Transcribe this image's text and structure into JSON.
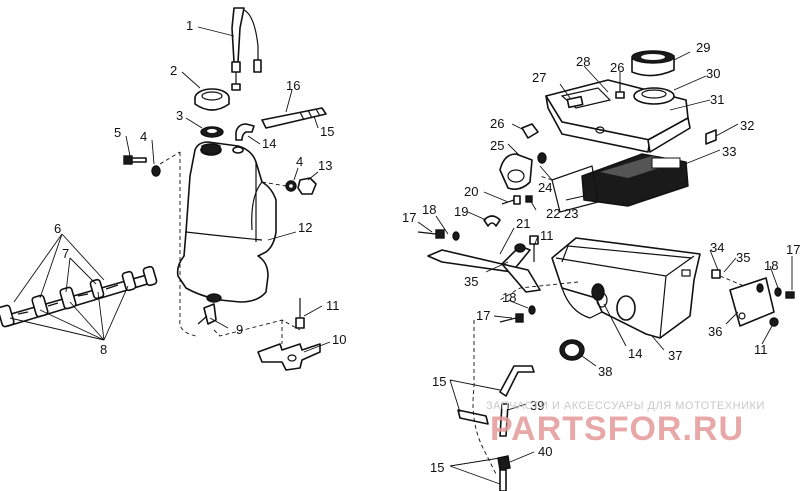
{
  "callouts": [
    {
      "id": "c1",
      "label": "1"
    },
    {
      "id": "c2",
      "label": "2"
    },
    {
      "id": "c3",
      "label": "3"
    },
    {
      "id": "c4a",
      "label": "4"
    },
    {
      "id": "c4b",
      "label": "4"
    },
    {
      "id": "c5",
      "label": "5"
    },
    {
      "id": "c6",
      "label": "6"
    },
    {
      "id": "c7",
      "label": "7"
    },
    {
      "id": "c8",
      "label": "8"
    },
    {
      "id": "c9",
      "label": "9"
    },
    {
      "id": "c10",
      "label": "10"
    },
    {
      "id": "c11a",
      "label": "11"
    },
    {
      "id": "c11b",
      "label": "11"
    },
    {
      "id": "c11c",
      "label": "11"
    },
    {
      "id": "c12",
      "label": "12"
    },
    {
      "id": "c13",
      "label": "13"
    },
    {
      "id": "c14a",
      "label": "14"
    },
    {
      "id": "c14b",
      "label": "14"
    },
    {
      "id": "c15a",
      "label": "15"
    },
    {
      "id": "c15b",
      "label": "15"
    },
    {
      "id": "c15c",
      "label": "15"
    },
    {
      "id": "c16",
      "label": "16"
    },
    {
      "id": "c17a",
      "label": "17"
    },
    {
      "id": "c17b",
      "label": "17"
    },
    {
      "id": "c17c",
      "label": "17"
    },
    {
      "id": "c18a",
      "label": "18"
    },
    {
      "id": "c18b",
      "label": "18"
    },
    {
      "id": "c18c",
      "label": "18"
    },
    {
      "id": "c19",
      "label": "19"
    },
    {
      "id": "c20",
      "label": "20"
    },
    {
      "id": "c21",
      "label": "21"
    },
    {
      "id": "c22",
      "label": "22"
    },
    {
      "id": "c23",
      "label": "23"
    },
    {
      "id": "c24",
      "label": "24"
    },
    {
      "id": "c25",
      "label": "25"
    },
    {
      "id": "c26a",
      "label": "26"
    },
    {
      "id": "c26b",
      "label": "26"
    },
    {
      "id": "c27",
      "label": "27"
    },
    {
      "id": "c28",
      "label": "28"
    },
    {
      "id": "c29",
      "label": "29"
    },
    {
      "id": "c30",
      "label": "30"
    },
    {
      "id": "c31",
      "label": "31"
    },
    {
      "id": "c32",
      "label": "32"
    },
    {
      "id": "c33",
      "label": "33"
    },
    {
      "id": "c34",
      "label": "34"
    },
    {
      "id": "c35a",
      "label": "35"
    },
    {
      "id": "c35b",
      "label": "35"
    },
    {
      "id": "c36",
      "label": "36"
    },
    {
      "id": "c37",
      "label": "37"
    },
    {
      "id": "c38",
      "label": "38"
    },
    {
      "id": "c39",
      "label": "39"
    },
    {
      "id": "c40",
      "label": "40"
    }
  ],
  "watermark": {
    "tagline": "ЗАПЧАСТИ И АКСЕССУАРЫ ДЛЯ МОТОТЕХНИКИ",
    "site": "PARTSFOR.RU"
  }
}
